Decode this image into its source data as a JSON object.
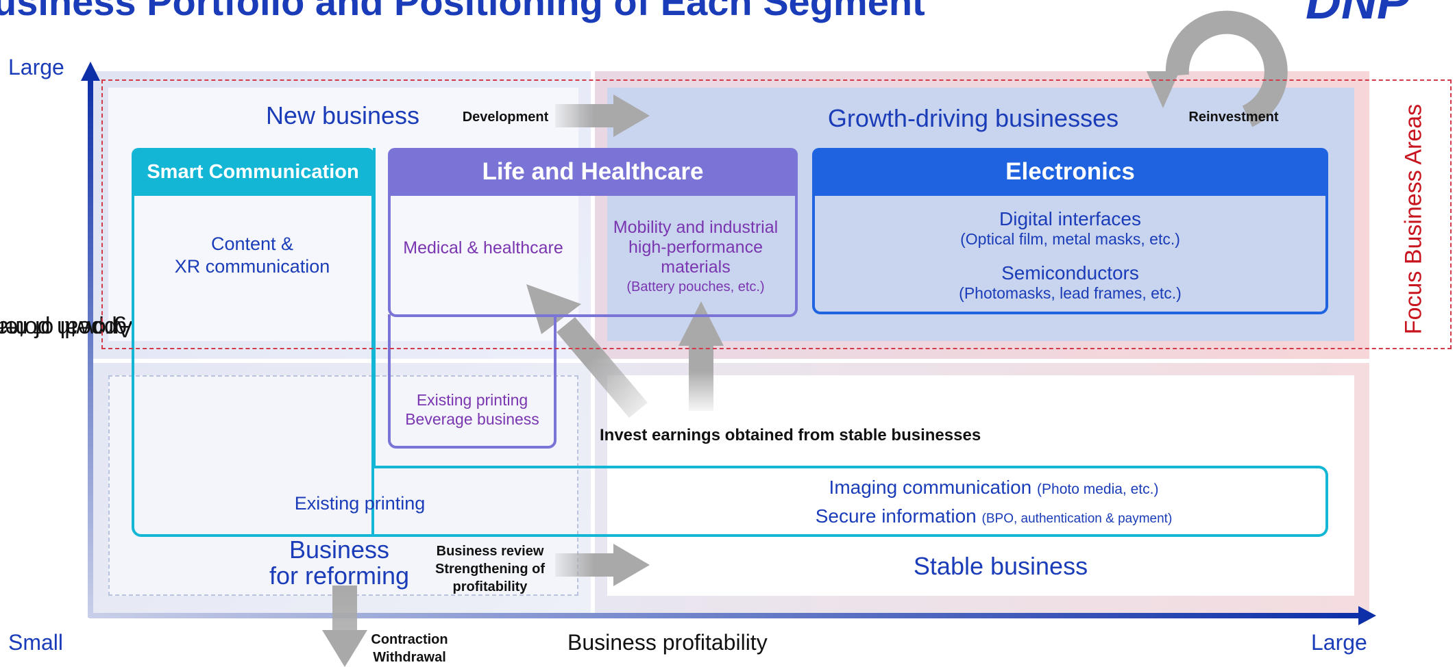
{
  "header": {
    "title": "usiness Portfolio and Positioning of Each Segment",
    "logo": "DNP"
  },
  "axes": {
    "y_top": "Large",
    "y_bottom": "Small",
    "y_label_line1": "Appeal of market",
    "y_label_line2": "growth potential",
    "x_label": "Business profitability",
    "x_right": "Large"
  },
  "quadrants": {
    "new_business": "New business",
    "growth_driving": "Growth-driving businesses",
    "reforming_line1": "Business",
    "reforming_line2": "for reforming",
    "stable": "Stable business",
    "focus_areas": "Focus Business Areas"
  },
  "arrows": {
    "development": "Development",
    "reinvestment": "Reinvestment",
    "invest": "Invest earnings obtained from stable businesses",
    "review_line1": "Business review",
    "review_line2": "Strengthening of",
    "review_line3": "profitability",
    "contraction": "Contraction",
    "withdrawal": "Withdrawal"
  },
  "segments": {
    "smart": {
      "title": "Smart Communication",
      "content_line1": "Content &",
      "content_line2": "XR communication",
      "existing": "Existing printing",
      "imaging_main": "Imaging communication",
      "imaging_sub": "(Photo media, etc.)",
      "secure_main": "Secure information",
      "secure_sub": "(BPO, authentication & payment)"
    },
    "life": {
      "title": "Life and Healthcare",
      "medical": "Medical & healthcare",
      "mobility_line1": "Mobility and industrial",
      "mobility_line2": "high-performance",
      "mobility_line3": "materials",
      "mobility_sub": "(Battery pouches, etc.)",
      "existing_line1": "Existing printing",
      "existing_line2": "Beverage business"
    },
    "electronics": {
      "title": "Electronics",
      "digital_main": "Digital interfaces",
      "digital_sub": "(Optical film, metal masks, etc.)",
      "semi_main": "Semiconductors",
      "semi_sub": "(Photomasks, lead frames, etc.)"
    }
  },
  "colors": {
    "brand_blue": "#1a3cb8",
    "smart_cyan": "#13b6d4",
    "life_purple": "#7a74d6",
    "electronics_blue": "#1f63e0",
    "focus_red": "#c8141e",
    "arrow_gray": "#a9a9a9"
  }
}
